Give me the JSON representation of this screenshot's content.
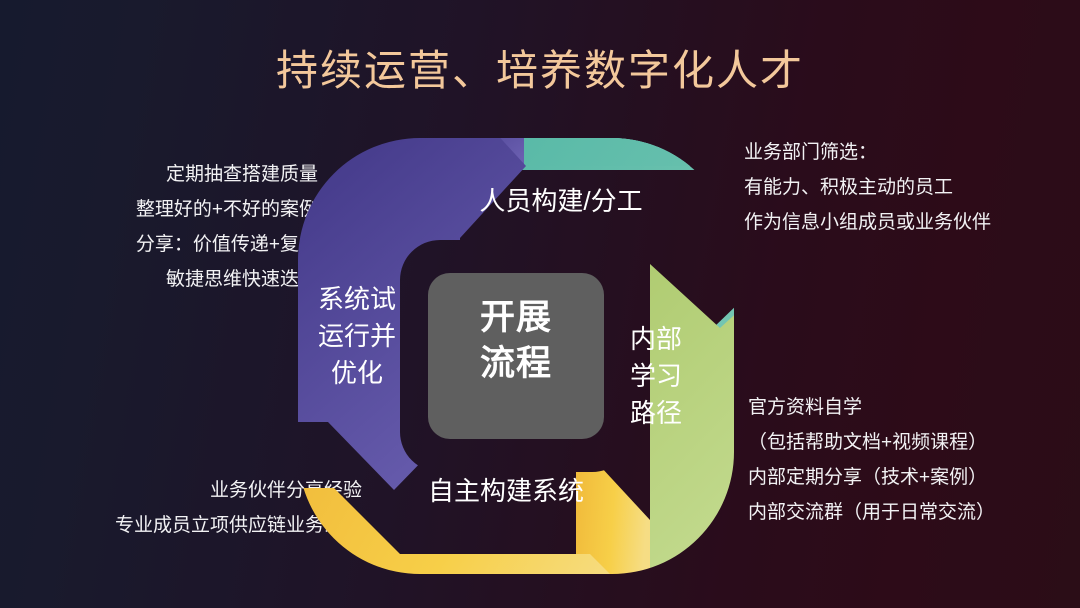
{
  "slide": {
    "title": "持续运营、培养数字化人才",
    "title_color": "#f3c89b",
    "background_from": "#161a2e",
    "background_to": "#2b0d17"
  },
  "diagram": {
    "type": "cycle-4-stage",
    "center": {
      "line1": "开展",
      "line2": "流程",
      "fill": "#5f5f5f"
    },
    "segments": [
      {
        "id": "people",
        "position": "top",
        "label": "人员构建/分工",
        "color": "#5cbbaa"
      },
      {
        "id": "learning",
        "position": "right",
        "label_line1": "内部",
        "label_line2": "学习",
        "label_line3": "路径",
        "color": "#b5cf78"
      },
      {
        "id": "build",
        "position": "bottom",
        "label": "自主构建系统",
        "color": "#f5cb42"
      },
      {
        "id": "optimize",
        "position": "left",
        "label_line1": "系统试",
        "label_line2": "运行并",
        "label_line3": "优化",
        "color": "#4a3e90"
      }
    ]
  },
  "notes": {
    "top_left": [
      "定期抽查搭建质量",
      "整理好的+不好的案例",
      "分享：价值传递+复盘",
      "敏捷思维快速迭代"
    ],
    "top_right": [
      "业务部门筛选：",
      "有能力、积极主动的员工",
      "作为信息小组成员或业务伙伴"
    ],
    "bottom_left": [
      "业务伙伴分享经验",
      "专业成员立项供应链业务系统"
    ],
    "bottom_right": [
      "官方资料自学",
      "（包括帮助文档+视频课程）",
      "内部定期分享（技术+案例）",
      "内部交流群（用于日常交流）"
    ]
  }
}
